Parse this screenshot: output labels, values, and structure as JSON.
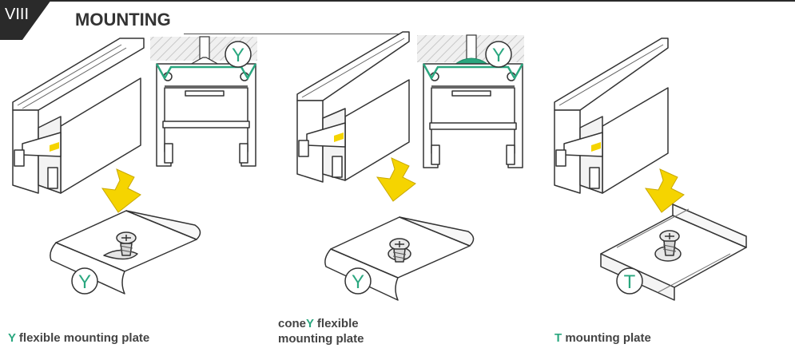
{
  "header": {
    "section_number": "VIII",
    "title": "MOUNTING"
  },
  "badges": {
    "y": "Y",
    "t": "T"
  },
  "captions": [
    {
      "accent": "Y",
      "text": " flexible mounting plate"
    },
    {
      "prefix": "cone",
      "accent": "Y",
      "line1_rest": " flexible",
      "line2": "mounting plate"
    },
    {
      "accent": "T",
      "text": " mounting plate"
    }
  ],
  "colors": {
    "accent": "#2aa77f",
    "arrow": "#f5d400",
    "header_bg": "#2a2a2a",
    "line": "#333333"
  },
  "icons": [
    "down-arrow-icon",
    "screw-icon",
    "mounting-plate-icon",
    "profile-cross-section-icon"
  ]
}
